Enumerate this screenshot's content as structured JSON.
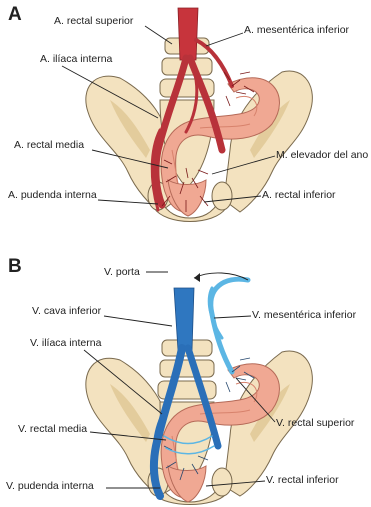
{
  "panel_a": {
    "letter": "A",
    "labels": {
      "rectal_superior": "A. rectal superior",
      "mesenterica_inferior": "A. mesentérica inferior",
      "iliaca_interna": "A. ilíaca interna",
      "rectal_media": "A. rectal media",
      "elevador_ano": "M. elevador del ano",
      "pudenda_interna": "A. pudenda interna",
      "rectal_inferior": "A. rectal inferior"
    }
  },
  "panel_b": {
    "letter": "B",
    "labels": {
      "porta": "V. porta",
      "cava_inferior": "V. cava inferior",
      "mesenterica_inferior": "V. mesentérica inferior",
      "iliaca_interna": "V. ilíaca interna",
      "rectal_superior": "V. rectal superior",
      "rectal_media": "V. rectal media",
      "pudenda_interna": "V. pudenda interna",
      "rectal_inferior": "V. rectal inferior"
    }
  },
  "colors": {
    "artery": "#c7343c",
    "vein": "#2f77c0",
    "portal_vein": "#5cb6e4",
    "bone": "#f3e2bf",
    "rectum": "#f0a893"
  }
}
